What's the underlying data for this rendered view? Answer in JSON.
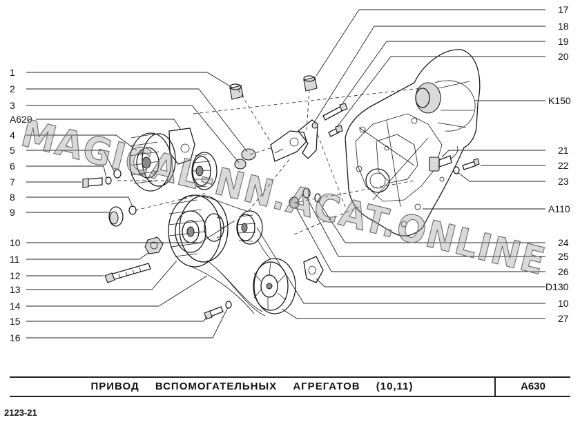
{
  "title_block": {
    "title": "ПРИВОД  ВСПОМОГАТЕЛЬНЫХ  АГРЕГАТОВ  (10,11)",
    "code": "A630"
  },
  "footer": {
    "model_code": "2123-21"
  },
  "watermark": "MAGICAL-NN.ACAT.ONLINE",
  "callouts_left": [
    "1",
    "2",
    "3",
    "A620",
    "4",
    "5",
    "6",
    "7",
    "8",
    "9",
    "10",
    "11",
    "12",
    "13",
    "14",
    "15",
    "16"
  ],
  "callouts_right": [
    "17",
    "18",
    "19",
    "20",
    "K150",
    "21",
    "22",
    "23",
    "A110",
    "24",
    "25",
    "26",
    "D130",
    "10",
    "27"
  ]
}
